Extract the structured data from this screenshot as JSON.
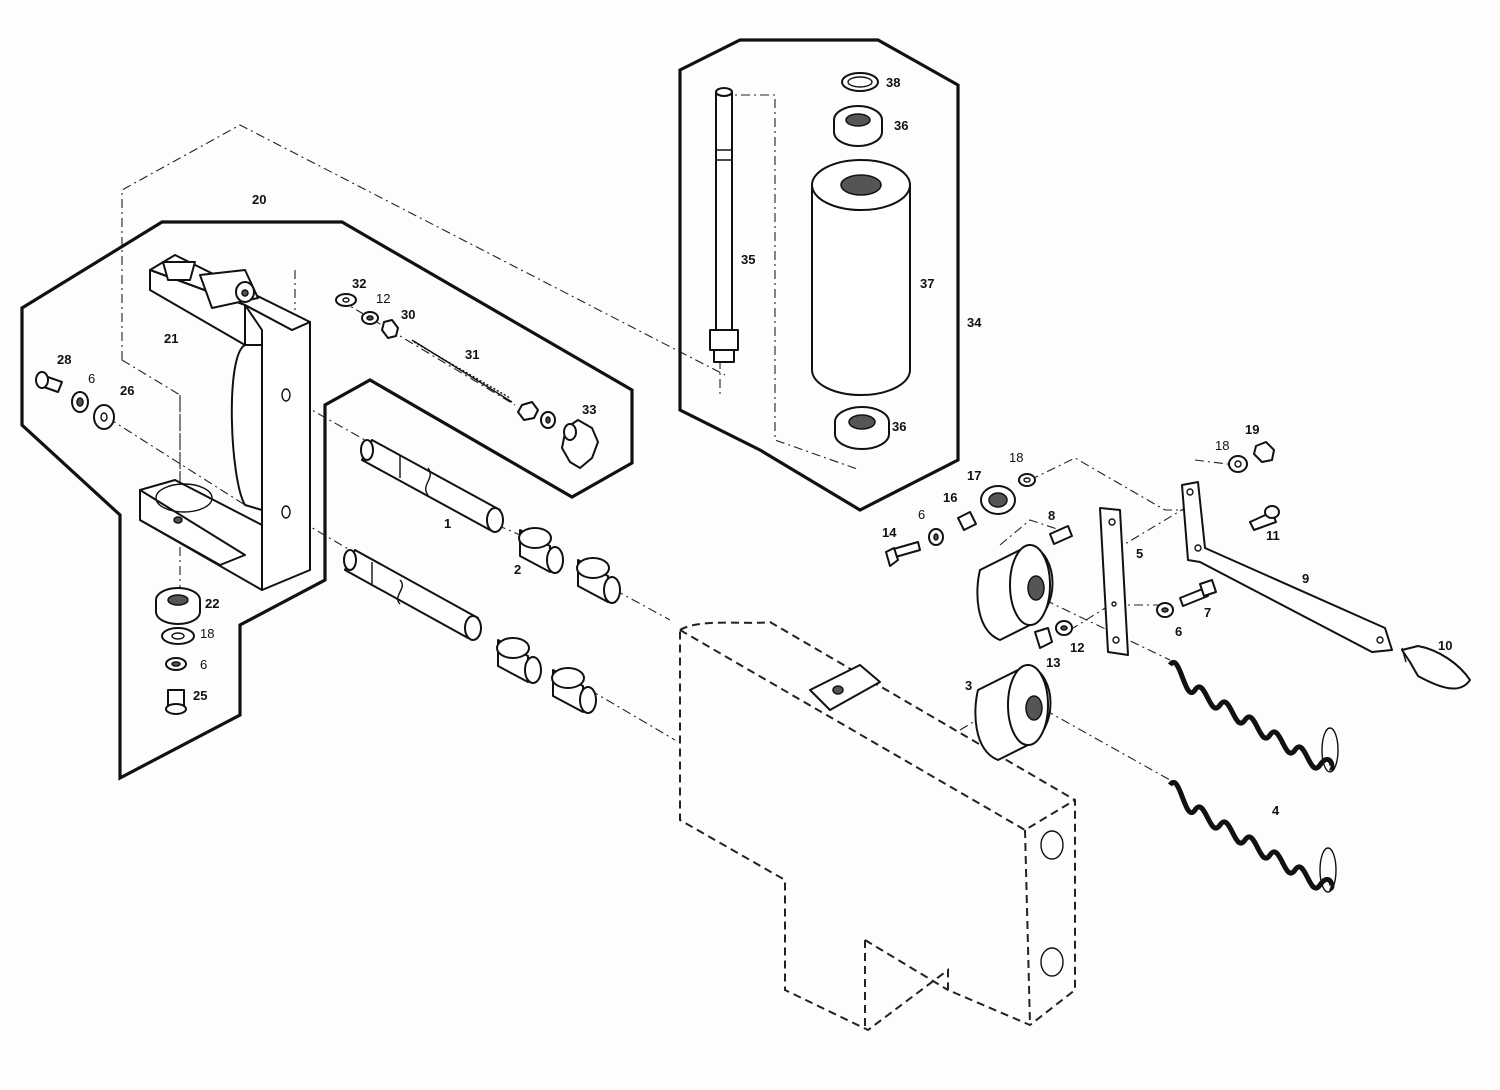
{
  "diagram": {
    "callouts": {
      "c1": "1",
      "c2": "2",
      "c3": "3",
      "c4": "4",
      "c5": "5",
      "c6a": "6",
      "c6b": "6",
      "c6c": "6",
      "c6d": "6",
      "c7": "7",
      "c8": "8",
      "c9": "9",
      "c10": "10",
      "c11": "11",
      "c12a": "12",
      "c12b": "12",
      "c13": "13",
      "c14": "14",
      "c16": "16",
      "c17": "17",
      "c18a": "18",
      "c18b": "18",
      "c18c": "18",
      "c19": "19",
      "c20": "20",
      "c21": "21",
      "c22": "22",
      "c25": "25",
      "c26": "26",
      "c28": "28",
      "c30": "30",
      "c31": "31",
      "c32": "32",
      "c33": "33",
      "c34": "34",
      "c35": "35",
      "c36a": "36",
      "c36b": "36",
      "c37": "37",
      "c38": "38"
    }
  }
}
